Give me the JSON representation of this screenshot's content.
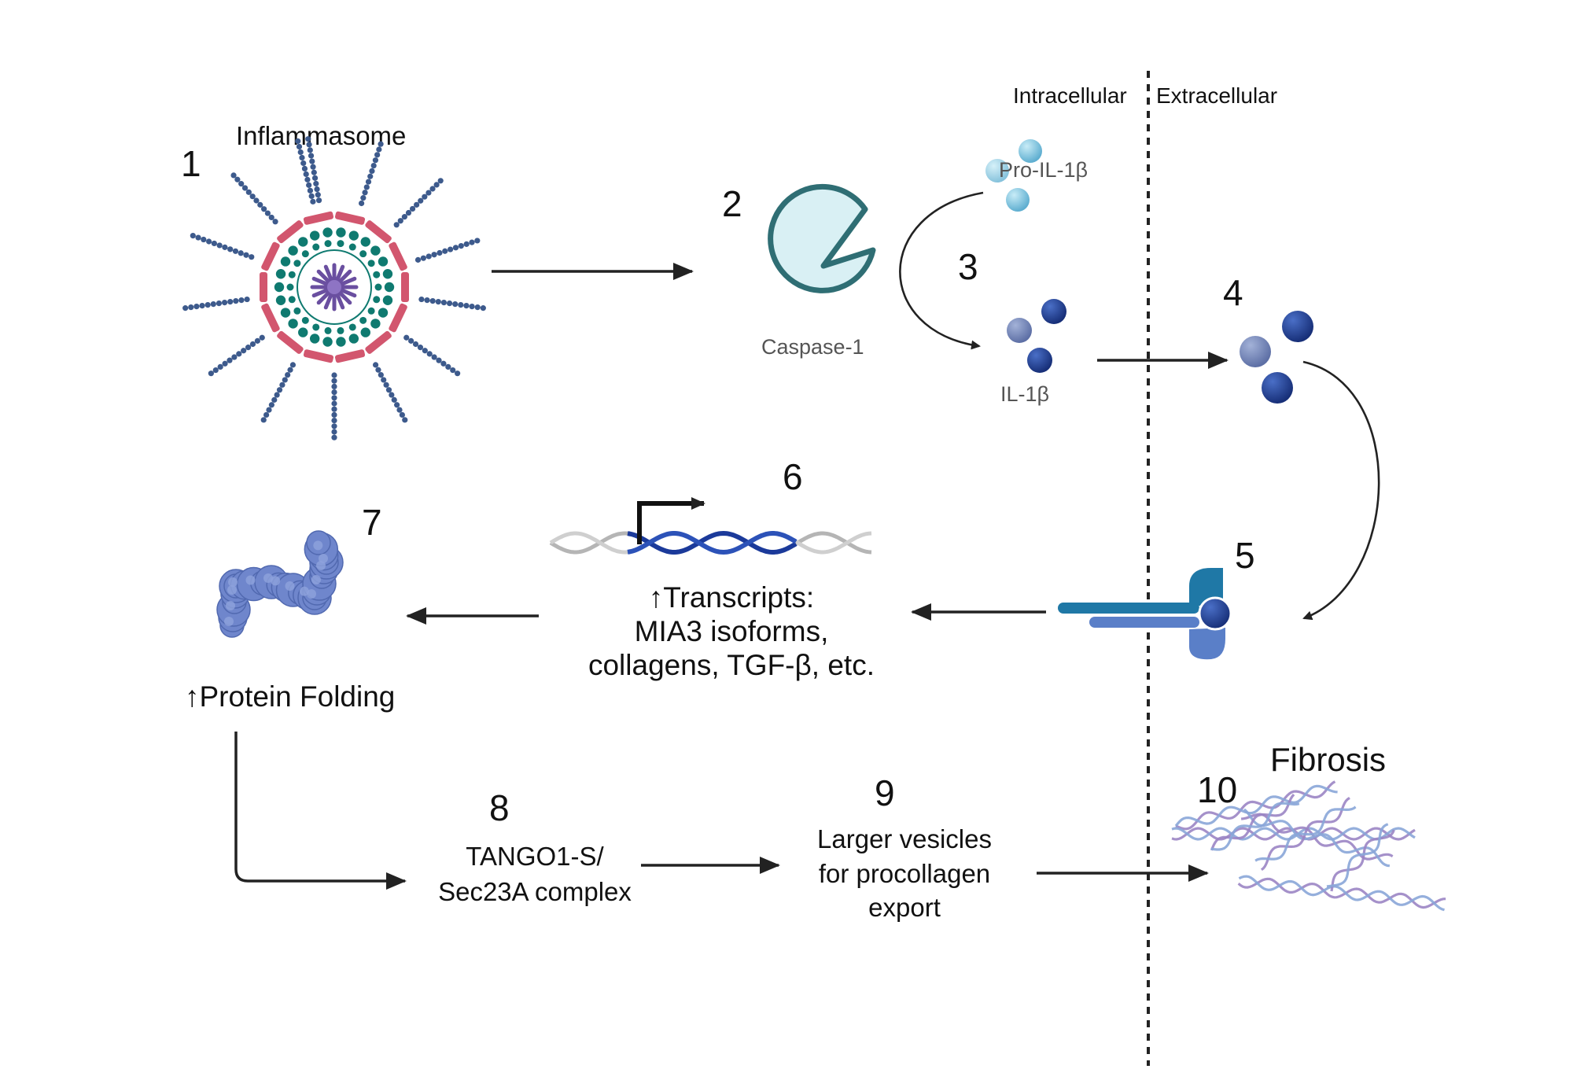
{
  "side_labels": {
    "intracellular": "Intracellular",
    "extracellular": "Extracellular"
  },
  "steps": {
    "s1": {
      "number": "1",
      "label": "Inflammasome"
    },
    "s2": {
      "number": "2",
      "label": "Caspase-1"
    },
    "s3": {
      "number": "3",
      "pro_label": "Pro-IL-1β",
      "label": "IL-1β"
    },
    "s4": {
      "number": "4"
    },
    "s5": {
      "number": "5"
    },
    "s6": {
      "number": "6",
      "line1": "↑Transcripts:",
      "line2": "MIA3 isoforms,",
      "line3": "collagens, TGF-β, etc."
    },
    "s7": {
      "number": "7",
      "label": "↑Protein Folding"
    },
    "s8": {
      "number": "8",
      "line1": "TANGO1-S/",
      "line2": "Sec23A complex"
    },
    "s9": {
      "number": "9",
      "line1": "Larger vesicles",
      "line2": "for procollagen",
      "line3": "export"
    },
    "s10": {
      "number": "10",
      "label": "Fibrosis"
    }
  },
  "colors": {
    "spoke": "#3d5a8c",
    "ring_pink": "#d2566e",
    "ring_teal": "#0f7a70",
    "core_purple": "#6a4fa0",
    "caspase_fill": "#d9f0f4",
    "caspase_stroke": "#2f6e74",
    "pro_il_ball": "#7fc3dc",
    "il_dark": "#1d3a8a",
    "il_mid": "#6d82b8",
    "receptor_teal": "#1f78a6",
    "receptor_blue": "#5a7fc8",
    "dna_blue": "#1b3a9a",
    "dna_gray": "#b5b5b5",
    "protein_blue": "#6f86cc",
    "fibril_purple": "#9b85c4",
    "fibril_blue": "#8aa6d8"
  }
}
